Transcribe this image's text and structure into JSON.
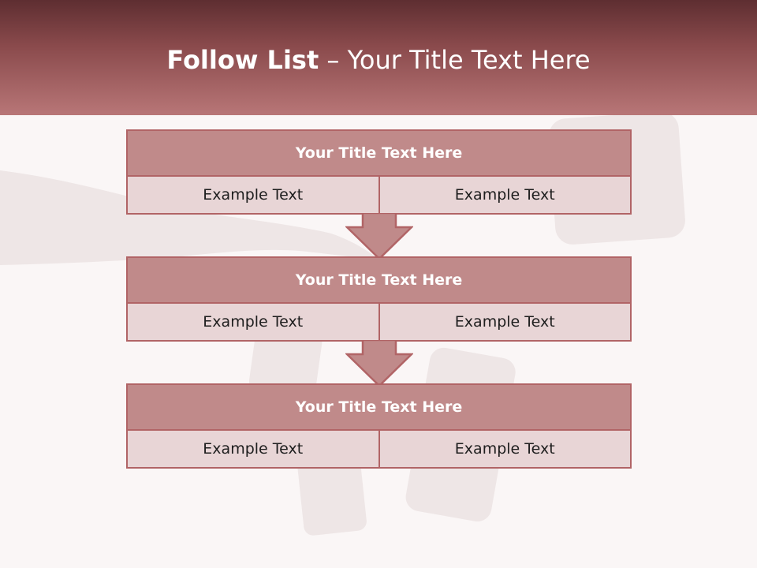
{
  "slide": {
    "title_bold": "Follow List",
    "title_rest": "  – Your Title Text Here"
  },
  "diagram": {
    "steps": [
      {
        "title": "Your Title Text Here",
        "left": "Example Text",
        "right": "Example Text"
      },
      {
        "title": "Your Title Text Here",
        "left": "Example Text",
        "right": "Example Text"
      },
      {
        "title": "Your Title Text Here",
        "left": "Example Text",
        "right": "Example Text"
      }
    ]
  },
  "colors": {
    "header_dark": "#5e2e31",
    "header_light": "#b87677",
    "box_title": "#c08a8a",
    "box_cell": "#e8d5d6",
    "border": "#b16466"
  }
}
